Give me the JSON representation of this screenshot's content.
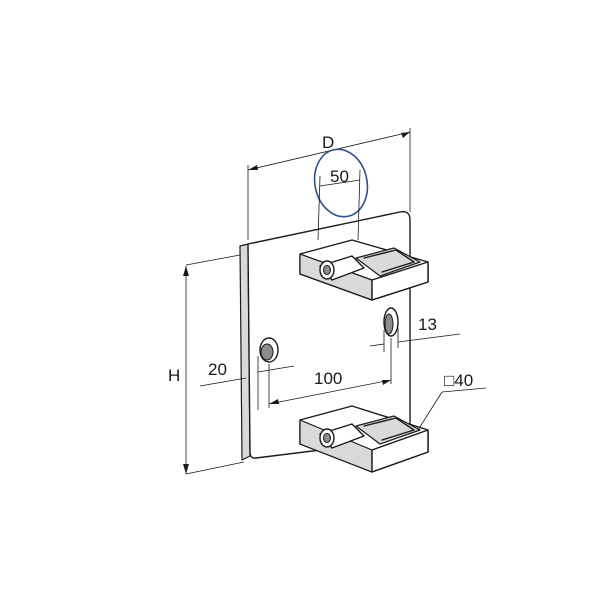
{
  "dimensions": {
    "depth_label": "D",
    "spacing_label": "50",
    "height_label": "H",
    "edge_offset_label": "20",
    "hole_pitch_label": "100",
    "slot_width_label": "13",
    "tube_size_label": "□40"
  },
  "colors": {
    "line": "#1a1a1a",
    "highlight": "#2e4f8a"
  }
}
